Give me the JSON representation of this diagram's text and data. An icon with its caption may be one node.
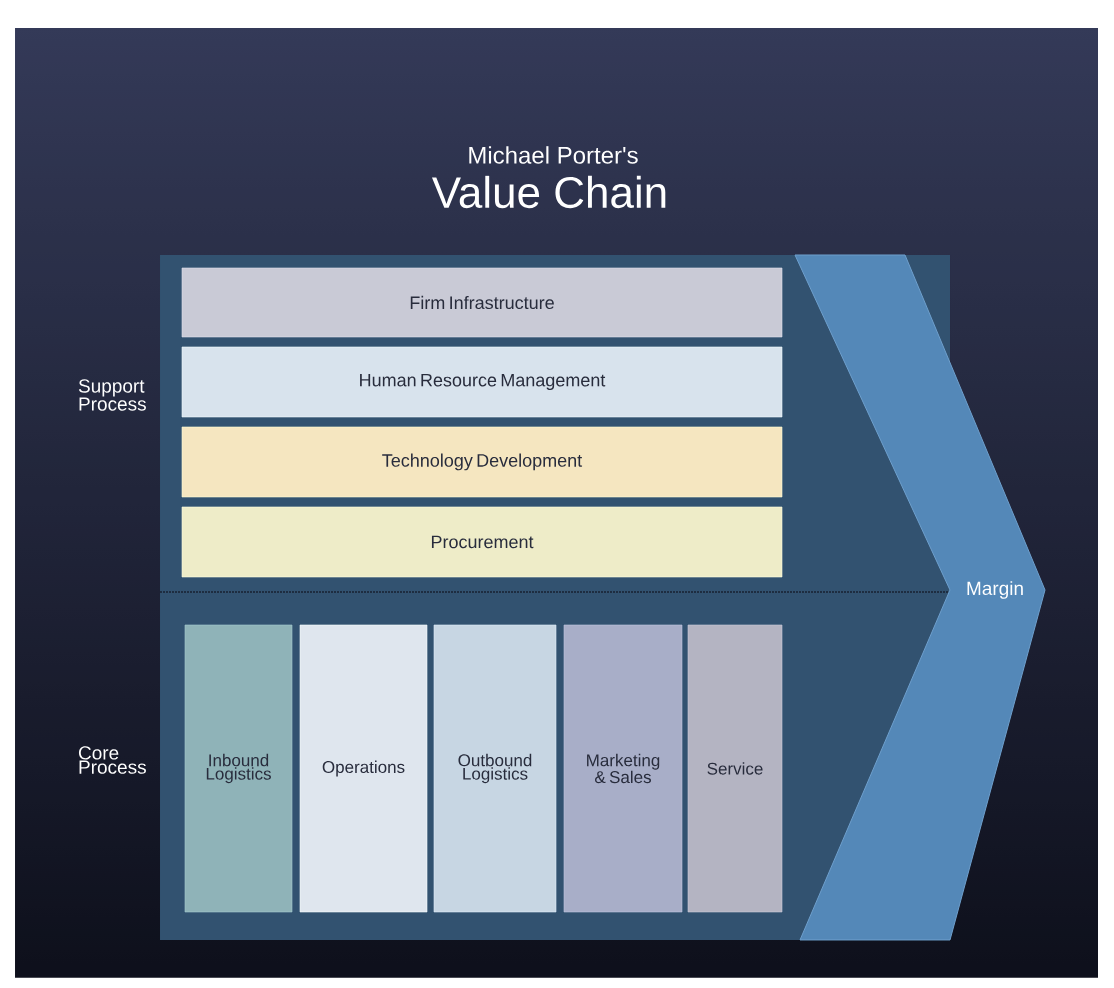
{
  "diagram": {
    "title": "Value Chain",
    "nodes": [
      {
        "text": [
          "Margin"
        ]
      },
      {
        "text": [
          "Firm Infrastructure"
        ]
      },
      {
        "text": [
          "Human Resource Management"
        ]
      },
      {
        "text": [
          "Technology Development"
        ]
      },
      {
        "text": [
          "Procurement"
        ]
      },
      {
        "text": [
          "Inbound Logistics"
        ]
      },
      {
        "text": [
          "Operations"
        ]
      },
      {
        "text": [
          "Outbound Logistics"
        ]
      },
      {
        "text": [
          "Marketing & Sales"
        ]
      },
      {
        "text": [
          "Service"
        ]
      }
    ],
    "labels": [
      "Michael Porter's",
      "Support Process",
      "Core Process"
    ]
  }
}
